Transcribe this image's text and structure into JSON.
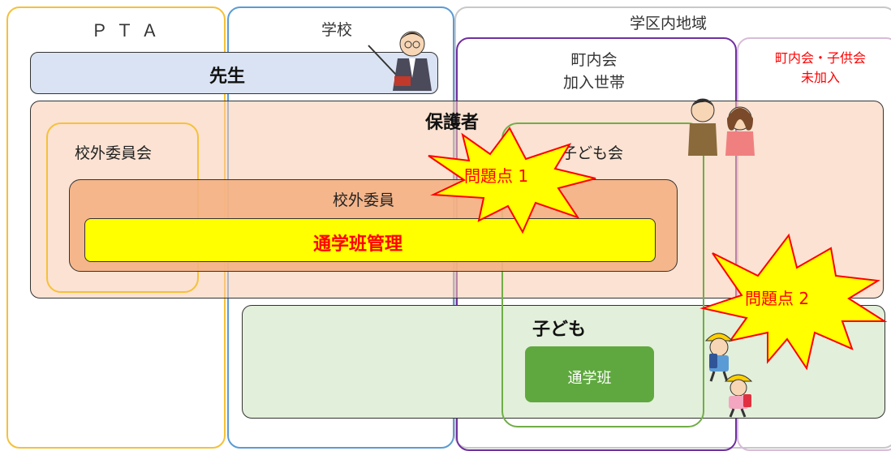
{
  "regions": {
    "pta": "ＰＴＡ",
    "school": "学校",
    "district": "学区内地域",
    "member_households": "町内会\n加入世帯",
    "non_member": "町内会・子供会\n未加入"
  },
  "groups": {
    "teacher": "先生",
    "guardians": "保護者",
    "external_committee": "校外委員会",
    "external_member": "校外委員",
    "route_management": "通学班管理",
    "kids_association": "子ども会",
    "children": "子ども",
    "school_route_group": "通学班"
  },
  "callouts": {
    "issue1": "問題点 1",
    "issue2": "問題点 2"
  },
  "colors": {
    "pta_border": "#f5c13a",
    "school_border": "#5b9bd5",
    "district_border": "#c8c8c8",
    "member_border": "#7030a0",
    "non_member_border": "#d0b0d0",
    "teacher_fill": "#dae3f3",
    "guardian_fill": "#fbe5d6",
    "external_member_fill": "#f4b183",
    "route_fill": "#ffff00",
    "route_text": "#ff0000",
    "children_fill": "#e2efda",
    "kids_border": "#70ad47",
    "group_button": "#5fa83f",
    "burst_fill": "#ffff00",
    "burst_stroke": "#ff0000",
    "non_member_text": "#ff0000"
  }
}
